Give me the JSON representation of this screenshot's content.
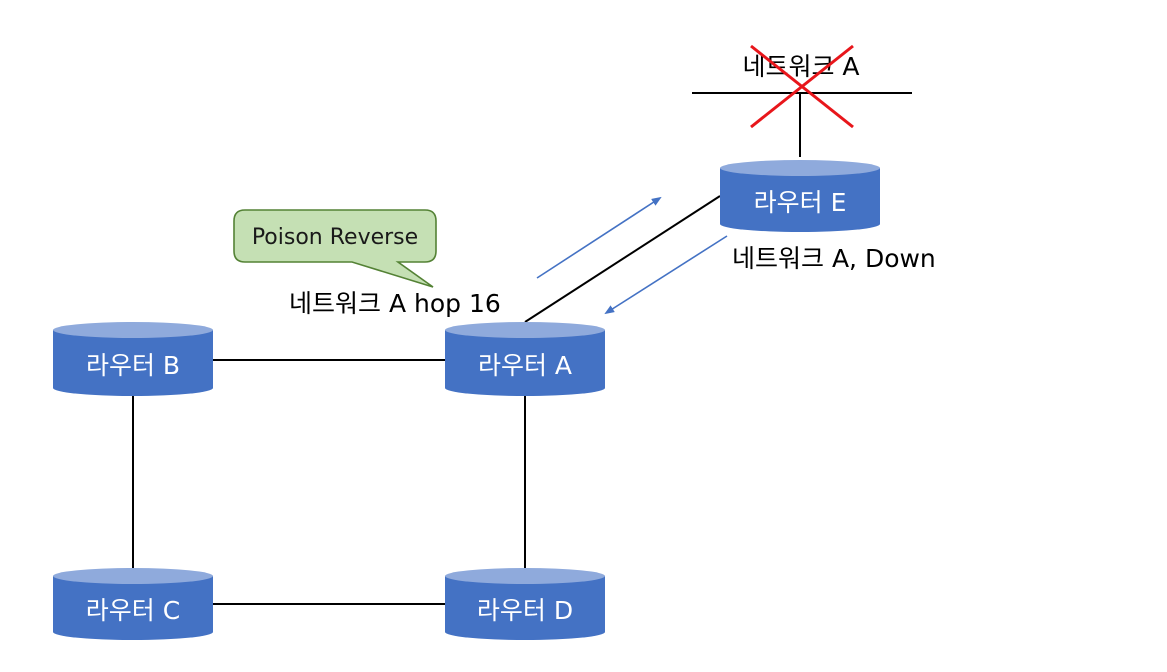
{
  "routers": {
    "a": "라우터 A",
    "b": "라우터 B",
    "c": "라우터 C",
    "d": "라우터 D",
    "e": "라우터 E"
  },
  "network": {
    "label": "네트워크 A",
    "status_label": "네트워크 A, Down",
    "hop_label": "네트워크 A hop 16"
  },
  "callout": {
    "label": "Poison Reverse"
  },
  "colors": {
    "router_body": "#4472C4",
    "router_top": "#8FAADC",
    "link": "#000000",
    "arrow": "#4472C4",
    "cross": "#E8161B",
    "callout_fill": "#C5E0B4",
    "callout_border": "#548235"
  }
}
